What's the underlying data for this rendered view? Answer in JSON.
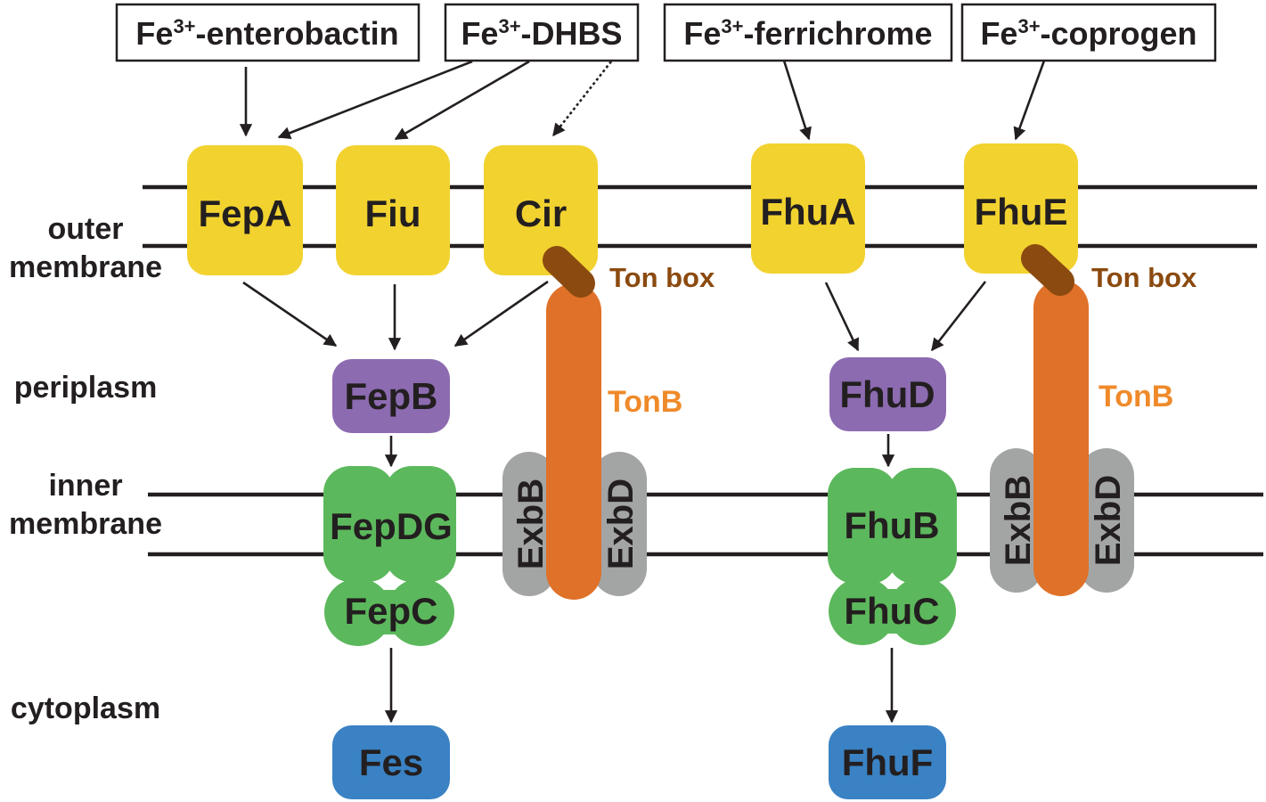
{
  "colors": {
    "outer_membrane_protein": "#f2d22f",
    "periplasmic_binding": "#8c6bb1",
    "abc_transporter": "#5cb85c",
    "cytoplasmic_enzyme": "#3a82c4",
    "tonb": "#e07128",
    "ton_box": "#8b4a0f",
    "exb": "#a3a5a4",
    "line": "#231f20"
  },
  "regions": {
    "outer_membrane": [
      "outer",
      "membrane"
    ],
    "periplasm": "periplasm",
    "inner_membrane": [
      "inner",
      "membrane"
    ],
    "cytoplasm": "cytoplasm"
  },
  "siderophores": [
    {
      "fe": "Fe",
      "charge": "3+",
      "rest": "-enterobactin"
    },
    {
      "fe": "Fe",
      "charge": "3+",
      "rest": "-DHBS"
    },
    {
      "fe": "Fe",
      "charge": "3+",
      "rest": "-ferrichrome"
    },
    {
      "fe": "Fe",
      "charge": "3+",
      "rest": "-coprogen"
    }
  ],
  "outer_membrane_receptors": [
    "FepA",
    "Fiu",
    "Cir",
    "FhuA",
    "FhuE"
  ],
  "periplasmic_proteins": [
    "FepB",
    "FhuD"
  ],
  "inner_membrane_permeases": [
    "FepDG",
    "FhuB"
  ],
  "atpases": [
    "FepC",
    "FhuC"
  ],
  "cytoplasmic_proteins": [
    "Fes",
    "FhuF"
  ],
  "energy_system": {
    "ton_box": "Ton box",
    "tonb": "TonB",
    "exbb": "ExbB",
    "exbd": "ExbD"
  }
}
